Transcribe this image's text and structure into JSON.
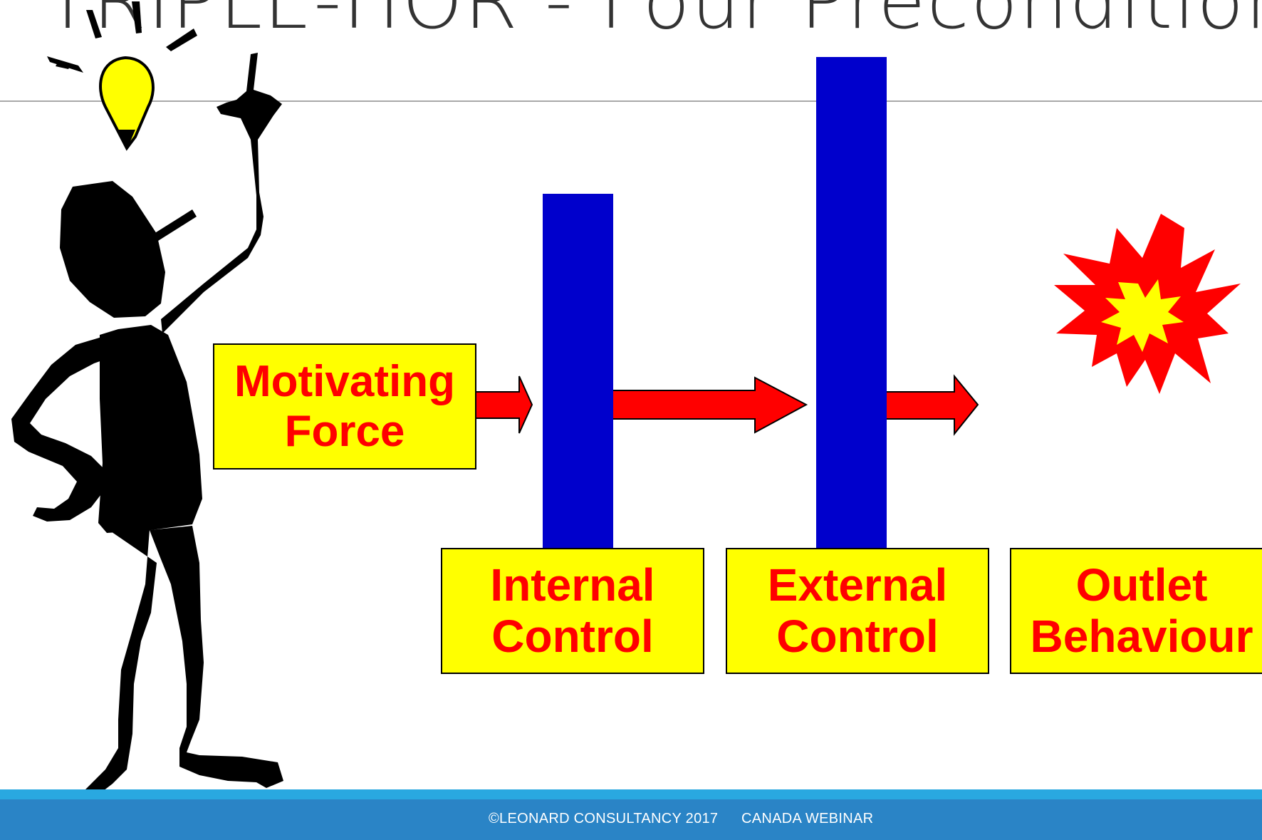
{
  "slide": {
    "title": "TRIPLE-HOR - Four Preconditions"
  },
  "boxes": {
    "motivating": {
      "line1": "Motivating",
      "line2": "Force"
    },
    "internal": {
      "line1": "Internal",
      "line2": "Control"
    },
    "external": {
      "line1": "External",
      "line2": "Control"
    },
    "outlet": {
      "line1": "Outlet",
      "line2": "Behaviour"
    }
  },
  "icons": {
    "figure": "stick-figure-icon",
    "idea": "lightbulb-icon",
    "outburst": "explosion-icon"
  },
  "colors": {
    "box_fill": "#ffff00",
    "box_text": "#ff0000",
    "barrier": "#0000cc",
    "arrow": "#ff0000",
    "footer": "#2a84c6",
    "footer_stripe": "#29a8e0"
  },
  "footer": {
    "copyright": "©LEONARD CONSULTANCY 2017",
    "event": "CANADA WEBINAR"
  }
}
